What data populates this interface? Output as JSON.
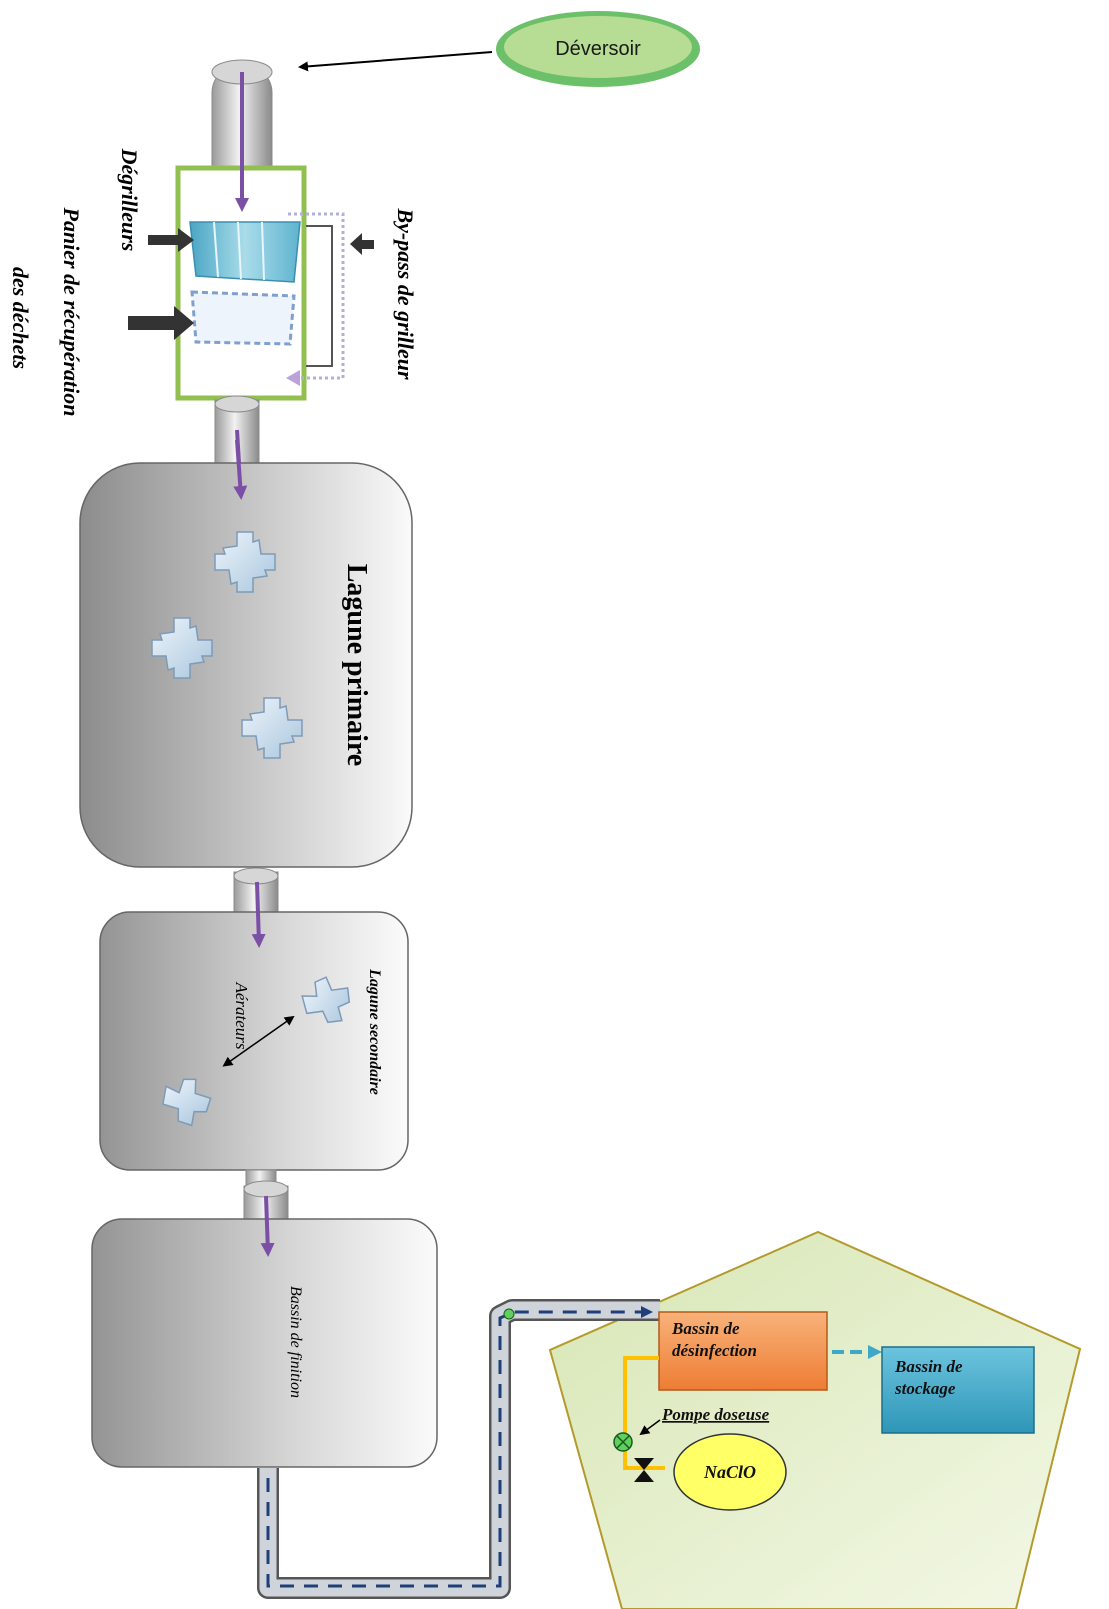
{
  "diagram": {
    "deversoir": "Déversoir",
    "degrilleurs": "Dégrilleurs",
    "panier_line1": "Panier de récupération",
    "panier_line2": "des déchets",
    "bypass": "By-pass de grilleur",
    "lagune_primaire": "Lagune primaire",
    "lagune_secondaire": "Lagune secondaire",
    "aerateurs": "Aérateurs",
    "bassin_finition": "Bassin de finition",
    "bassin_desinfection_line1": "Bassin de",
    "bassin_desinfection_line2": "désinfection",
    "bassin_stockage_line1": "Bassin de",
    "bassin_stockage_line2": "stockage",
    "pompe_doseuse": "Pompe doseuse",
    "naclo": "NaClO"
  },
  "colors": {
    "flow_arrow": "#7b4fa6",
    "screen_frame": "#92c050",
    "deversoir_fill": "#6cc06a",
    "desinfection_fill": "#f28f48",
    "stockage_fill": "#3fa8c8",
    "naclo_fill": "#ffff66",
    "pipe_dash": "#1f3f7a",
    "reagent_line": "#ffc000",
    "pentagon_fill": "#e8f0d0"
  }
}
